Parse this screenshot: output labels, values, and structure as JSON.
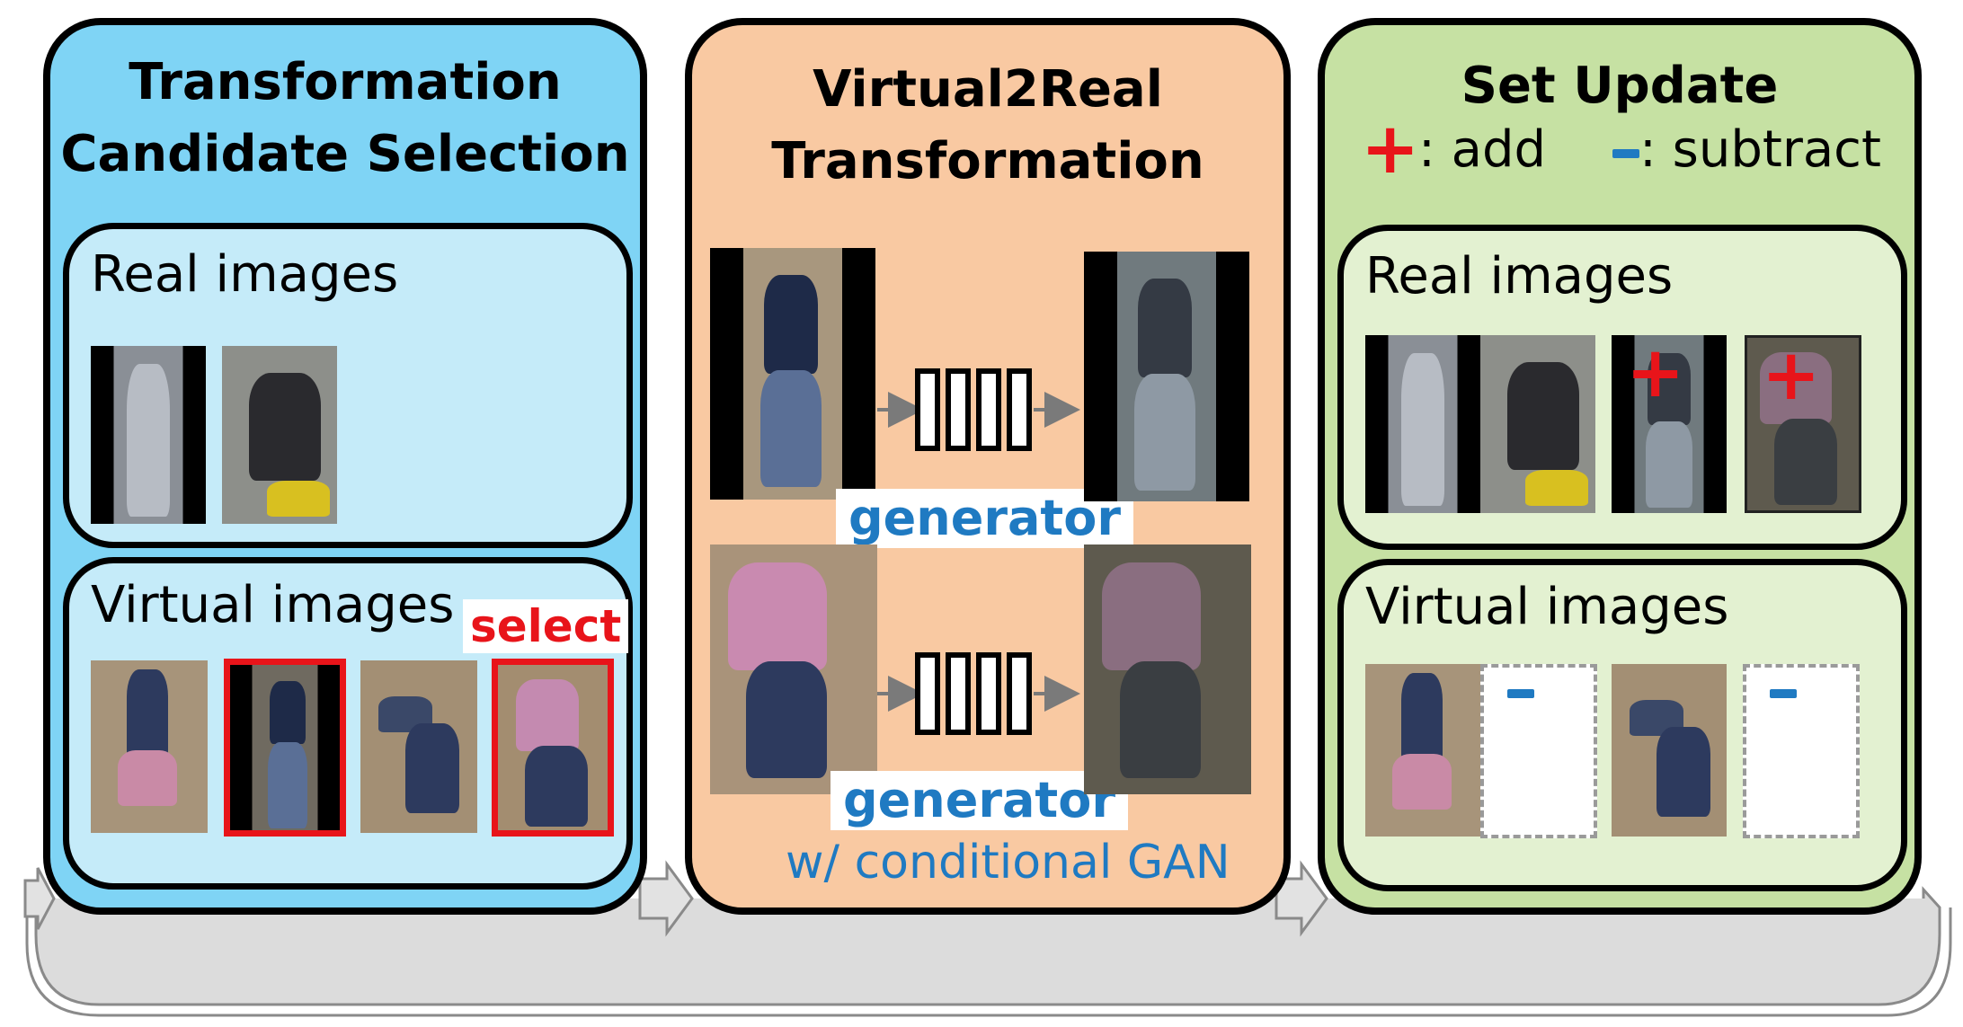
{
  "left_panel": {
    "title_line1": "Transformation",
    "title_line2": "Candidate Selection",
    "real_label": "Real images",
    "virtual_label": "Virtual images",
    "select_label": "select"
  },
  "mid_panel": {
    "title_line1": "Virtual2Real",
    "title_line2": "Transformation",
    "generator_label": "generator",
    "footnote": "w/ conditional GAN"
  },
  "right_panel": {
    "title": "Set Update",
    "legend_add": ": add",
    "legend_subtract": ": subtract",
    "real_label": "Real images",
    "virtual_label": "Virtual images"
  },
  "colors": {
    "left_panel": "#7fd4f5",
    "mid_panel": "#f9c9a2",
    "right_panel": "#c6e1a3",
    "select": "#e8141a",
    "generator": "#1f7ac2"
  }
}
